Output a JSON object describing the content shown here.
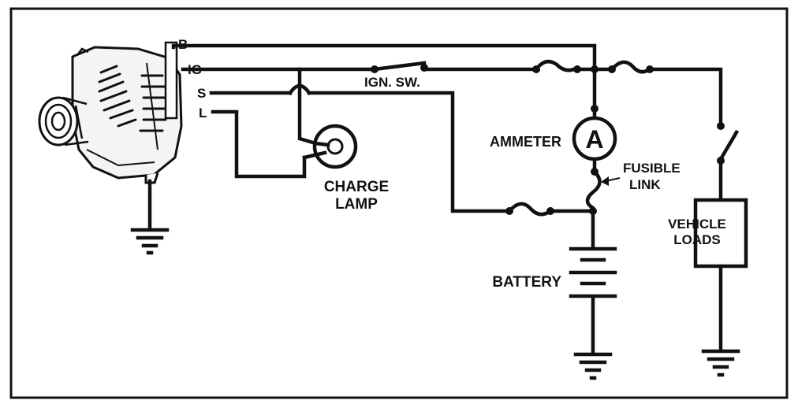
{
  "terminals": {
    "b": "B",
    "ig": "IG",
    "s": "S",
    "l": "L"
  },
  "labels": {
    "ign_sw": "IGN. SW.",
    "charge_lamp_line1": "CHARGE",
    "charge_lamp_line2": "LAMP",
    "ammeter": "AMMETER",
    "ammeter_symbol": "A",
    "fusible_line1": "FUSIBLE",
    "fusible_line2": "LINK",
    "battery": "BATTERY",
    "vehicle_loads_line1": "VEHICLE",
    "vehicle_loads_line2": "LOADS"
  },
  "icons": {
    "alternator": "alternator-icon",
    "ground": "ground-icon",
    "fuse": "fuse-icon",
    "switch": "switch-icon",
    "lamp": "lamp-icon",
    "battery": "battery-icon"
  },
  "colors": {
    "ink": "#111111",
    "paper": "#ffffff"
  }
}
